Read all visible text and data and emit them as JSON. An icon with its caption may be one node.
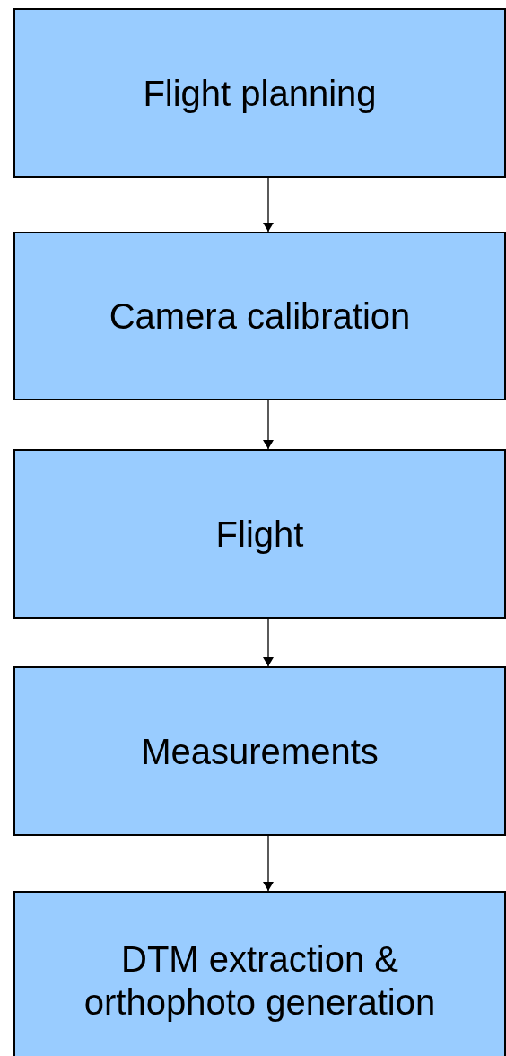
{
  "diagram": {
    "nodes": [
      {
        "text": [
          "Flight planning"
        ]
      },
      {
        "text": [
          "Camera calibration"
        ]
      },
      {
        "text": [
          "Flight"
        ]
      },
      {
        "text": [
          "Measurements"
        ]
      },
      {
        "text": [
          "DTM extraction & orthophoto generation"
        ]
      }
    ],
    "edges": [
      {
        "from": 0,
        "to": 1,
        "arrow": "to"
      },
      {
        "from": 1,
        "to": 2,
        "arrow": "to"
      },
      {
        "from": 2,
        "to": 3,
        "arrow": "to"
      },
      {
        "from": 3,
        "to": 4,
        "arrow": "to"
      }
    ]
  }
}
